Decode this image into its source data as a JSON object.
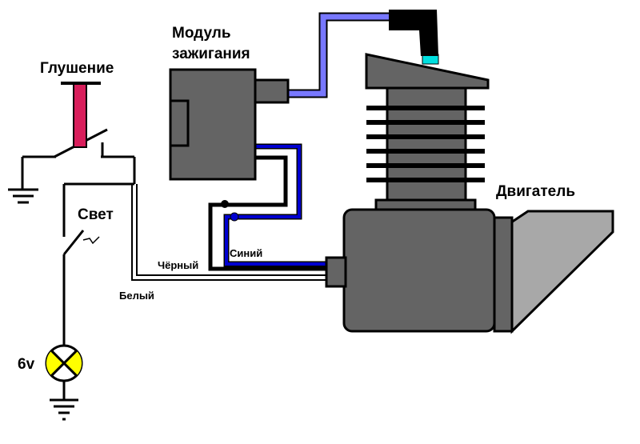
{
  "labels": {
    "ignition_module_line1": "Модуль",
    "ignition_module_line2": "зажигания",
    "kill_switch": "Глушение",
    "light_switch": "Свет",
    "engine": "Двигатель",
    "wire_black": "Чёрный",
    "wire_blue": "Синий",
    "wire_white": "Белый",
    "lamp_voltage": "6v"
  },
  "colors": {
    "module_body": "#646464",
    "engine_body": "#646464",
    "engine_light": "#a8a8a8",
    "hv_lead": "#7878ff",
    "blue_wire": "#0000d0",
    "kill_button": "#d81e5b",
    "lamp": "#ffff00",
    "spark_boot": "#000000",
    "spark_tip": "#00e0e0"
  }
}
